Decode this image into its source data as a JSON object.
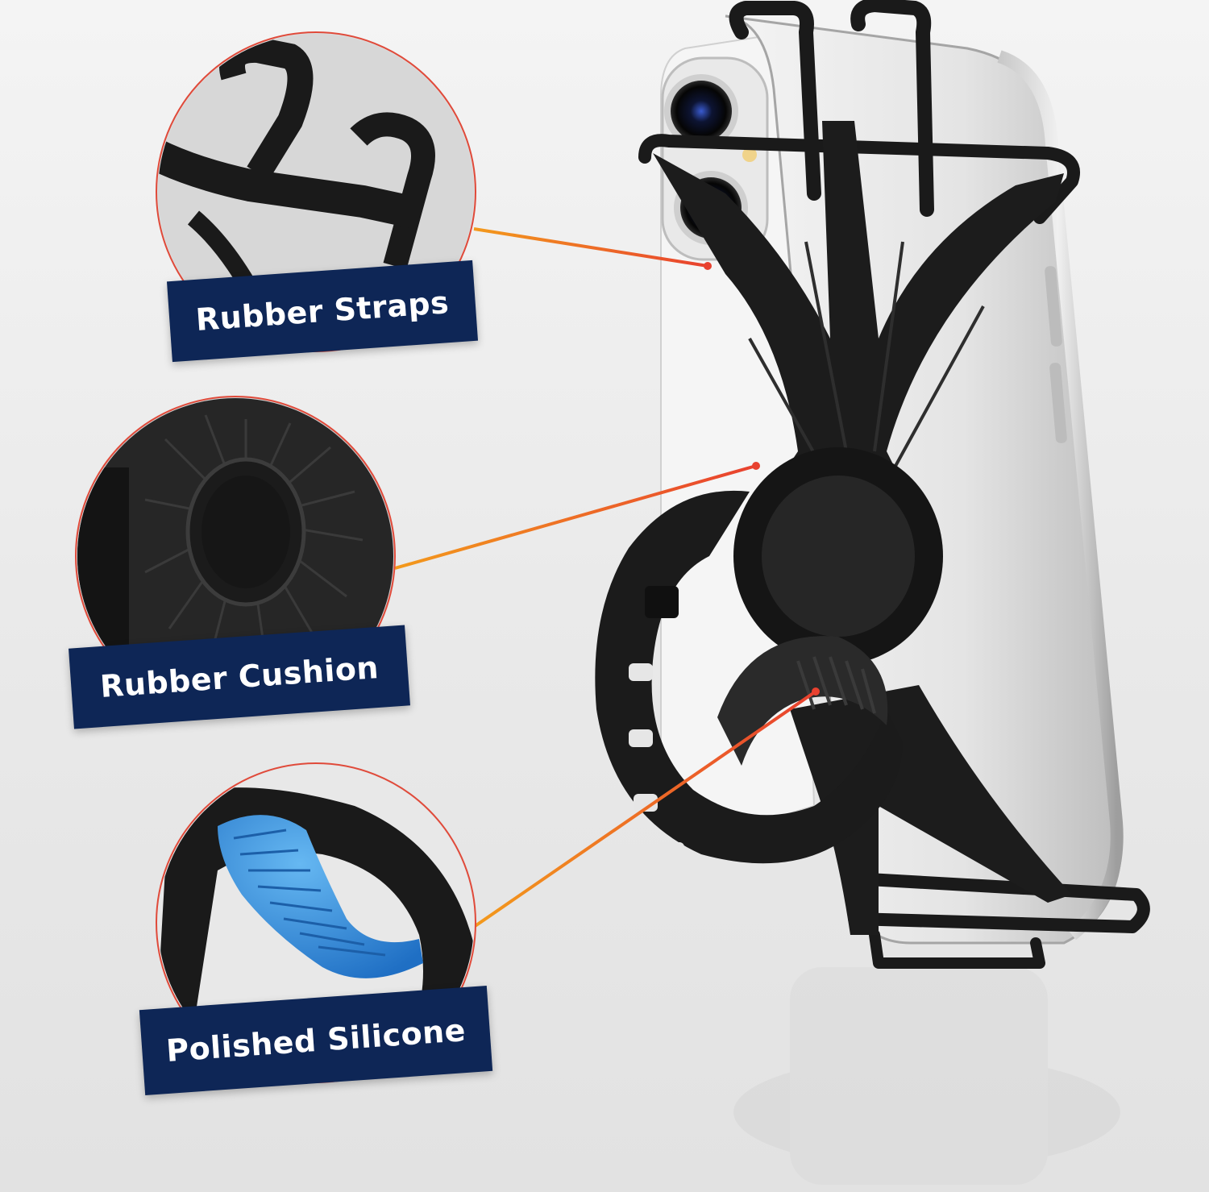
{
  "callouts": {
    "straps": {
      "label": "Rubber Straps",
      "icon": "rubber-straps-closeup"
    },
    "cushion": {
      "label": "Rubber Cushion",
      "icon": "rubber-cushion-closeup"
    },
    "silicone": {
      "label": "Polished Silicone",
      "icon": "polished-silicone-closeup"
    }
  },
  "colors": {
    "tag_background": "#0e2656",
    "tag_text": "#ffffff",
    "circle_border": "#e04a3a",
    "leader_line_start": "#e8412f",
    "leader_line_end": "#f39a1c",
    "silicone_pad": "#2f8fe0",
    "mount_rubber": "#1c1c1c",
    "phone_body": "#d9d9d9"
  }
}
